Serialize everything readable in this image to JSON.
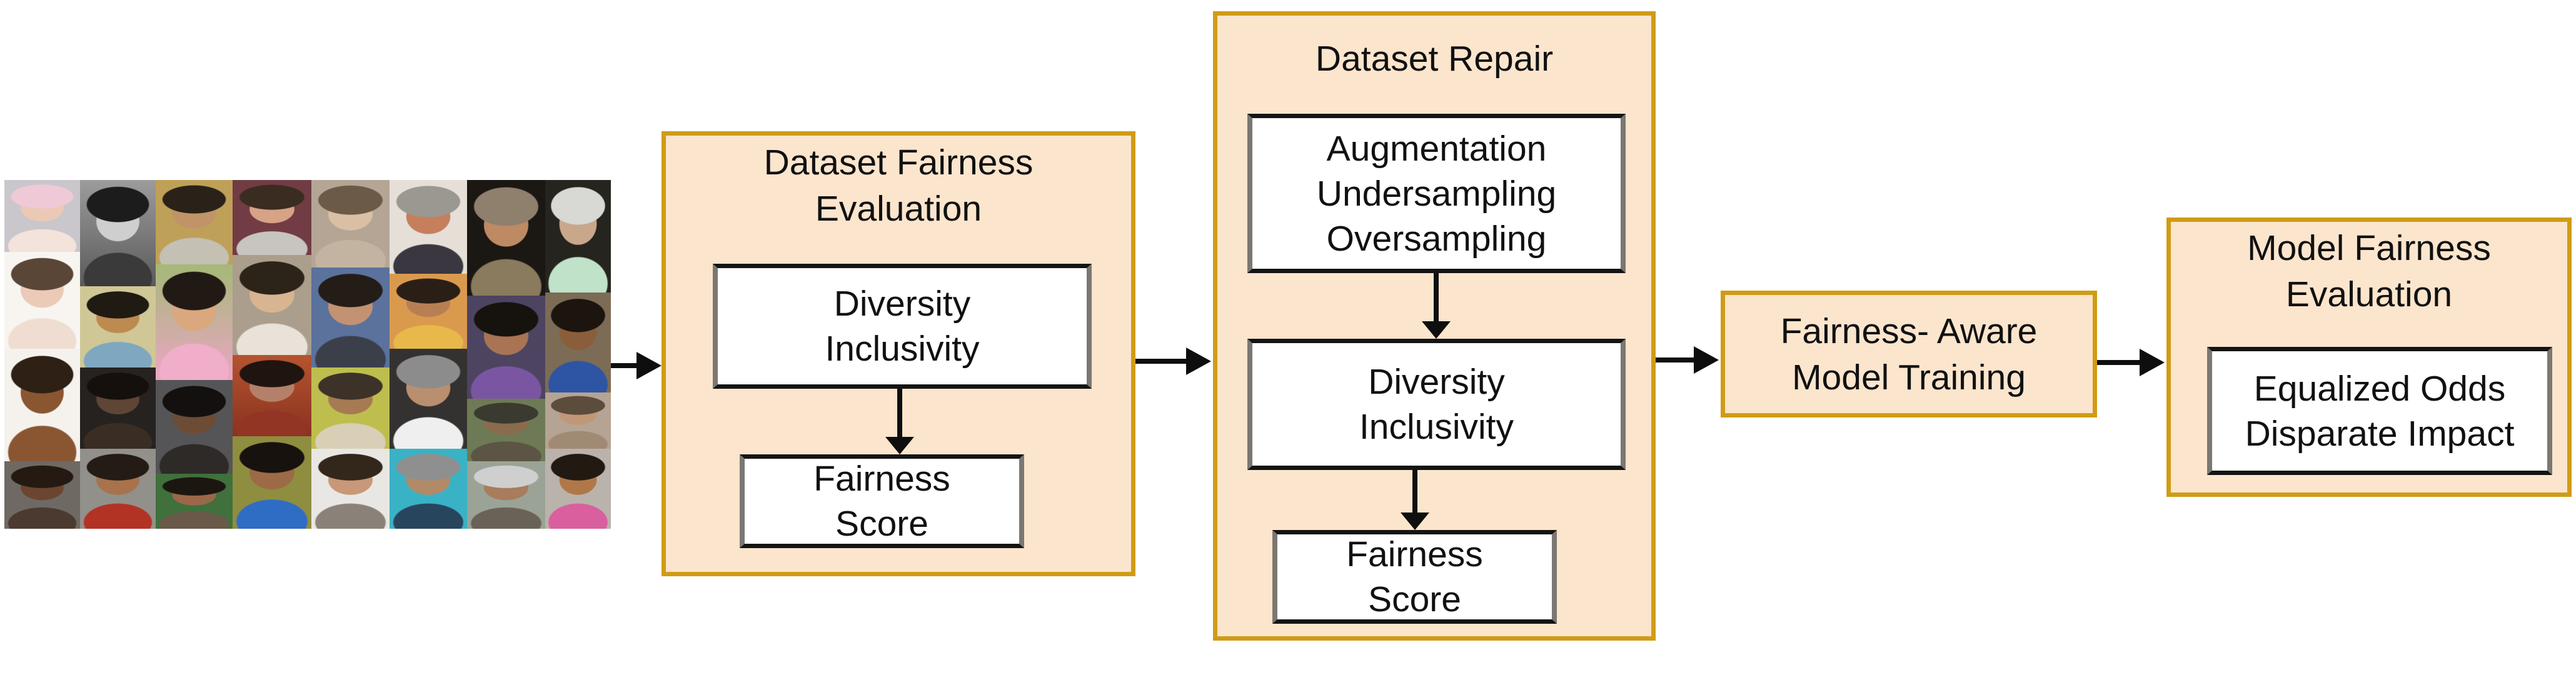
{
  "colors": {
    "panel_fill": "#fce5cd",
    "panel_border": "#d09c16",
    "inner_side": "#7b7772",
    "arrow": "#0e0e0e",
    "text": "#111111",
    "background": "#ffffff"
  },
  "boxes": {
    "dataset_fairness_evaluation": {
      "title_lines": [
        "Dataset Fairness",
        "Evaluation"
      ],
      "metric_lines": [
        "Diversity",
        "Inclusivity"
      ],
      "score_lines": [
        "Fairness",
        "Score"
      ]
    },
    "dataset_repair": {
      "title": "Dataset Repair",
      "methods_lines": [
        "Augmentation",
        "Undersampling",
        "Oversampling"
      ],
      "metric_lines": [
        "Diversity",
        "Inclusivity"
      ],
      "score_lines": [
        "Fairness",
        "Score"
      ]
    },
    "fairness_aware_model_training": {
      "lines": [
        "Fairness- Aware",
        "Model Training"
      ]
    },
    "model_fairness_evaluation": {
      "title_lines": [
        "Model Fairness",
        "Evaluation"
      ],
      "metrics_lines": [
        "Equalized Odds",
        "Disparate Impact"
      ]
    }
  },
  "collage": {
    "columns": [
      {
        "w": 121,
        "tiles": [
          {
            "h": 115,
            "bg": "#c9c7cc",
            "hair": "#f0c9d6",
            "skin": "#ecc9b5",
            "shirt": "#f3e3da"
          },
          {
            "h": 155,
            "bg": "#f8f5f1",
            "hair": "#5a4636",
            "skin": "#eccab8",
            "shirt": "#f0ddd2"
          },
          {
            "h": 180,
            "bg": "#f5f2ee",
            "hair": "#2e2014",
            "skin": "#8a5632",
            "shirt": "#8a5632"
          },
          {
            "h": 108,
            "bg": "#6e6963",
            "hair": "#241a12",
            "skin": "#6b4530",
            "shirt": "#4a3a30"
          }
        ]
      },
      {
        "w": 121,
        "tiles": [
          {
            "h": 170,
            "bg": "#9c9c9c",
            "bg2": "#5a5a5a",
            "hair": "#1c1c1c",
            "skin": "#cfcfcf",
            "shirt": "#3a3a3a"
          },
          {
            "h": 130,
            "bg": "#cfc795",
            "hair": "#1f1a12",
            "skin": "#bd8a50",
            "shirt": "#7fa8c0"
          },
          {
            "h": 130,
            "bg": "#262220",
            "hair": "#16100c",
            "skin": "#5f4535",
            "shirt": "#3a2e24"
          },
          {
            "h": 128,
            "bg": "#92908b",
            "hair": "#241c14",
            "skin": "#a8734c",
            "shirt": "#b23324"
          }
        ]
      },
      {
        "w": 123,
        "tiles": [
          {
            "h": 135,
            "bg": "#bfa058",
            "hair": "#2a2118",
            "skin": "#c09468",
            "shirt": "#c4c0b4"
          },
          {
            "h": 185,
            "bg": "#a5b878",
            "bg2": "#eba6c3",
            "hair": "#211a14",
            "skin": "#d9a87e",
            "shirt": "#f0aecb"
          },
          {
            "h": 150,
            "bg": "#555557",
            "hair": "#141010",
            "skin": "#6d4c36",
            "shirt": "#2e2a28"
          },
          {
            "h": 88,
            "bg": "#40703c",
            "hair": "#1c1611",
            "skin": "#9a6848",
            "shirt": "#6a5848"
          }
        ]
      },
      {
        "w": 126,
        "tiles": [
          {
            "h": 120,
            "bg": "#713c44",
            "hair": "#3a2c20",
            "skin": "#d7a286",
            "shirt": "#c8c4c0"
          },
          {
            "h": 160,
            "bg": "#ab9e8c",
            "hair": "#2c2319",
            "skin": "#d8b490",
            "shirt": "#e8e2d8"
          },
          {
            "h": 130,
            "bg": "#b5542f",
            "bg2": "#8a3220",
            "hair": "#201410",
            "skin": "#b5806a",
            "shirt": "#933525"
          },
          {
            "h": 148,
            "bg": "#8f8d3f",
            "hair": "#17120e",
            "skin": "#9c6a46",
            "shirt": "#2f6cc4"
          }
        ]
      },
      {
        "w": 125,
        "tiles": [
          {
            "h": 140,
            "bg": "#b4a595",
            "hair": "#6b5a48",
            "skin": "#d9bfa4",
            "shirt": "#c3b4a2"
          },
          {
            "h": 160,
            "bg": "#5a729c",
            "hair": "#241c16",
            "skin": "#c29272",
            "shirt": "#3b3f4a"
          },
          {
            "h": 130,
            "bg": "#bebe4e",
            "hair": "#3c3228",
            "skin": "#a67a52",
            "shirt": "#d8cfb6"
          },
          {
            "h": 128,
            "bg": "#e9e7e4",
            "hair": "#33261b",
            "skin": "#c89878",
            "shirt": "#8a8278"
          }
        ]
      },
      {
        "w": 124,
        "tiles": [
          {
            "h": 150,
            "bg": "#e5dfd7",
            "hair": "#9a9890",
            "skin": "#c67f5c",
            "shirt": "#3a3740"
          },
          {
            "h": 120,
            "bg": "#da9a4e",
            "hair": "#2a1f16",
            "skin": "#b97f54",
            "shirt": "#e8b84a"
          },
          {
            "h": 160,
            "bg": "#343230",
            "hair": "#8c8c8c",
            "skin": "#b98f70",
            "shirt": "#efefef"
          },
          {
            "h": 128,
            "bg": "#3ab2c5",
            "hair": "#8f8f8f",
            "skin": "#b28a68",
            "shirt": "#28455e"
          }
        ]
      },
      {
        "w": 125,
        "tiles": [
          {
            "h": 185,
            "bg": "#1b1713",
            "hair": "#8f7f6d",
            "skin": "#bd8a64",
            "shirt": "#8a7a5e"
          },
          {
            "h": 165,
            "bg": "#4c4460",
            "hair": "#16120e",
            "skin": "#a87454",
            "shirt": "#7a56a2"
          },
          {
            "h": 100,
            "bg": "#6d7a55",
            "hair": "#3a3a30",
            "skin": "#8a6b4e",
            "shirt": "#5c5444"
          },
          {
            "h": 108,
            "bg": "#9aa396",
            "hair": "#cfcfcf",
            "skin": "#a87c5c",
            "shirt": "#6b6257"
          }
        ]
      },
      {
        "w": 105,
        "tiles": [
          {
            "h": 180,
            "bg": "#26241f",
            "hair": "#d8d8d4",
            "skin": "#c9a78b",
            "shirt": "#bfe2c8"
          },
          {
            "h": 160,
            "bg": "#7c6c55",
            "hair": "#1c140e",
            "skin": "#8a5e3a",
            "shirt": "#2e55a3"
          },
          {
            "h": 90,
            "bg": "#b5a493",
            "hair": "#5c4c3c",
            "skin": "#c09878",
            "shirt": "#a08a74"
          },
          {
            "h": 128,
            "bg": "#bab3ab",
            "hair": "#221a12",
            "skin": "#b07848",
            "shirt": "#d95f9e"
          }
        ]
      }
    ]
  }
}
